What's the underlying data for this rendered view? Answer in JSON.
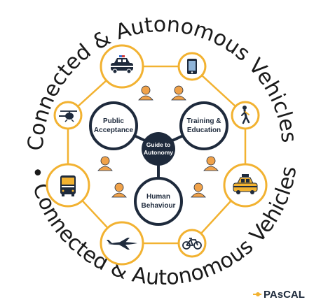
{
  "ring_text": {
    "top": "Connected & Autonomous Vehicles • ",
    "bottom": "• Connected & Autonomous Vehicles"
  },
  "hub": {
    "line1": "Guide to",
    "line2": "Autonomy"
  },
  "circles": {
    "public": {
      "line1": "Public",
      "line2": "Acceptance"
    },
    "training": {
      "line1": "Training &",
      "line2": "Education"
    },
    "human": {
      "line1": "Human",
      "line2": "Behaviour"
    }
  },
  "nodes": [
    {
      "name": "police-car-icon"
    },
    {
      "name": "smartphone-icon"
    },
    {
      "name": "pedestrian-icon"
    },
    {
      "name": "taxi-icon"
    },
    {
      "name": "bicycle-icon"
    },
    {
      "name": "airplane-icon"
    },
    {
      "name": "bus-icon"
    },
    {
      "name": "drone-icon"
    }
  ],
  "brand": {
    "name": "PAsCAL"
  },
  "colors": {
    "accent": "#f2b231",
    "navy": "#1e2a3c",
    "person": "#f0a24a",
    "ring_text": "#1a1a1a"
  }
}
